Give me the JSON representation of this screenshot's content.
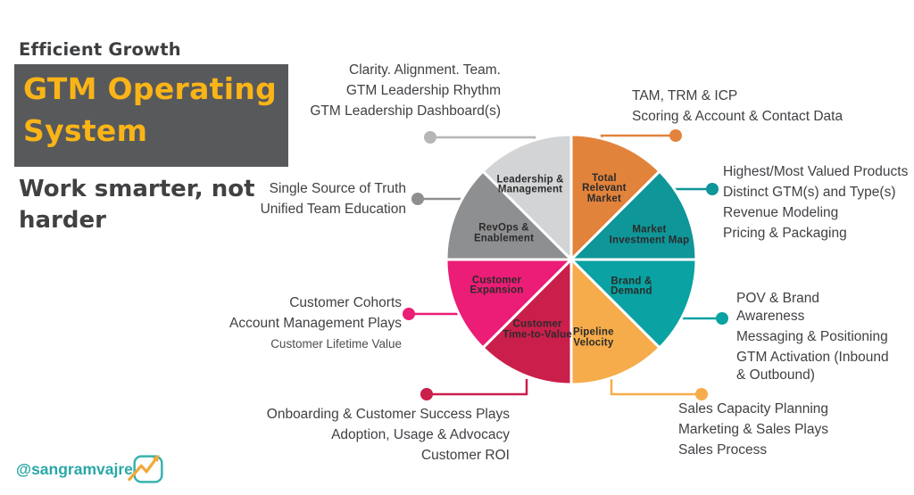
{
  "header": {
    "eyebrow": "Efficient Growth",
    "title": "GTM Operating System",
    "title_lines": "GTM Operating\nSystem",
    "subtitle": "Work smarter, not harder",
    "subtitle_lines": "Work smarter, not\nharder",
    "colors": {
      "box_bg": "#58595b",
      "title_text": "#f9b417",
      "dark_text": "#414042"
    }
  },
  "footer": {
    "handle": "@sangramvajre",
    "handle_color": "#2ba7a7",
    "icon": "growth-chart-icon",
    "icon_colors": {
      "frame": "#39b2ad",
      "arrow": "#f0a93c"
    }
  },
  "chart_data": {
    "type": "pie",
    "title": "GTM Operating System",
    "equal_slices": true,
    "slice_angle_degrees": 45,
    "label_color": "#2b2b2b",
    "segments": [
      {
        "label": "Total Relevant Market",
        "display": "Total\nRelevant\nMarket",
        "color": "#e2833c",
        "value": 12.5
      },
      {
        "label": "Market Investment Map",
        "display": "Market\nInvestment Map",
        "color": "#0f9699",
        "value": 12.5
      },
      {
        "label": "Brand & Demand",
        "display": "Brand &\nDemand",
        "color": "#0aa2a2",
        "value": 12.5
      },
      {
        "label": "Pipeline Velocity",
        "display": "Pipeline\nVelocity",
        "color": "#f6ac4a",
        "value": 12.5
      },
      {
        "label": "Customer Time-to-Value",
        "display": "Customer\nTime-to-Value",
        "color": "#ca1f4b",
        "value": 12.5
      },
      {
        "label": "Customer Expansion",
        "display": "Customer\nExpansion",
        "color": "#eb1d76",
        "value": 12.5
      },
      {
        "label": "RevOps & Enablement",
        "display": "RevOps &\nEnablement",
        "color": "#8e8f91",
        "value": 12.5
      },
      {
        "label": "Leadership & Management",
        "display": "Leadership &\nManagement",
        "color": "#d3d4d6",
        "value": 12.5
      }
    ]
  },
  "annotations": [
    {
      "for": "Leadership & Management",
      "color": "#b5b6b8",
      "items": [
        "Clarity. Alignment. Team.",
        "GTM Leadership Rhythm",
        "GTM Leadership Dashboard(s)"
      ]
    },
    {
      "for": "Total Relevant Market",
      "color": "#e2833c",
      "items": [
        "TAM, TRM & ICP",
        "Scoring & Account & Contact Data"
      ]
    },
    {
      "for": "Market Investment Map",
      "color": "#0f9699",
      "items": [
        "Highest/Most Valued Products",
        "Distinct GTM(s) and Type(s)",
        "Revenue Modeling",
        "Pricing & Packaging"
      ]
    },
    {
      "for": "Brand & Demand",
      "color": "#0aa2a2",
      "items": [
        "POV & Brand\nAwareness",
        "Messaging & Positioning",
        "GTM Activation (Inbound\n& Outbound)"
      ]
    },
    {
      "for": "Pipeline Velocity",
      "color": "#f6ac4a",
      "items": [
        "Sales Capacity Planning",
        "Marketing & Sales Plays",
        "Sales Process"
      ]
    },
    {
      "for": "Customer Time-to-Value",
      "color": "#ca1f4b",
      "items": [
        "Onboarding & Customer Success Plays",
        "Adoption, Usage & Advocacy",
        "Customer ROI"
      ]
    },
    {
      "for": "Customer Expansion",
      "color": "#eb1d76",
      "items": [
        "Customer Cohorts",
        "Account Management Plays",
        {
          "text": "Customer Lifetime Value",
          "muted": true
        }
      ]
    },
    {
      "for": "RevOps & Enablement",
      "color": "#8e8f91",
      "items": [
        "Single Source of Truth",
        "Unified Team Education"
      ]
    }
  ]
}
